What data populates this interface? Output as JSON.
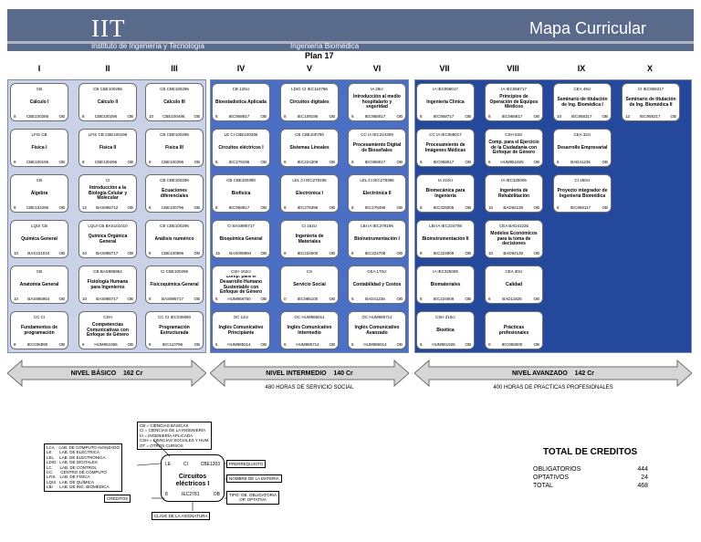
{
  "header": {
    "logo": "IIT",
    "institute": "Instituto de Ingeniería y Tecnología",
    "program": "Ingeniería Biomédica",
    "title": "Mapa Curricular",
    "plan": "Plan 17"
  },
  "semesters": [
    "I",
    "II",
    "III",
    "IV",
    "V",
    "VI",
    "VII",
    "VIII",
    "IX",
    "X"
  ],
  "columns": [
    [
      {
        "top": "CB",
        "name": "Cálculo I",
        "bl": "8",
        "bm": "CBE100286",
        "br": "OB"
      },
      {
        "top": "LFIS  CB",
        "name": "Física I",
        "bl": "8",
        "bm": "CBE100196",
        "br": "OB"
      },
      {
        "top": "CB",
        "name": "Álgebra",
        "bl": "8",
        "bm": "CBE102296",
        "br": "OB"
      },
      {
        "top": "LQUI  CB",
        "name": "Química General",
        "bl": "10",
        "bm": "BAS101010",
        "br": "OB"
      },
      {
        "top": "CB",
        "name": "Anatomía General",
        "bl": "10",
        "bm": "BAS985954",
        "br": "OB"
      },
      {
        "top": "CC  CI",
        "name": "Fundamentos de programación",
        "bl": "8",
        "bm": "IEC036890",
        "br": "OB"
      }
    ],
    [
      {
        "top": "CB  CBE100286",
        "name": "Cálculo II",
        "bl": "8",
        "bm": "CBE100296",
        "br": "OB"
      },
      {
        "top": "LFIS  CB  CBE100196",
        "name": "Física II",
        "bl": "8",
        "bm": "CBE100296",
        "br": "OB"
      },
      {
        "top": "CI",
        "name": "Introducción a la Biología Celular y Molecular",
        "bl": "12",
        "bm": "BAS985712",
        "br": "OB"
      },
      {
        "top": "LQUI  CB  BAS101010",
        "name": "Química Orgánica General",
        "bl": "10",
        "bm": "BAS985717",
        "br": "OB"
      },
      {
        "top": "CB  BAS985954",
        "name": "Fisiología Humana para Ingenieros",
        "bl": "10",
        "bm": "BAS985717",
        "br": "OB"
      },
      {
        "top": "CSH",
        "name": "Competencias Comunicativas con Enfoque de Género",
        "bl": "6",
        "bm": "HUM951056",
        "br": "OB"
      }
    ],
    [
      {
        "top": "CB  CBE100296",
        "name": "Cálculo III",
        "bl": "10",
        "bm": "CBE100496",
        "br": "OB"
      },
      {
        "top": "CB  CBE100296",
        "name": "Física III",
        "bl": "8",
        "bm": "CBE100396",
        "br": "OB"
      },
      {
        "top": "CB  CBE100296",
        "name": "Ecuaciones diferenciales",
        "bl": "8",
        "bm": "CBE100796",
        "br": "OB"
      },
      {
        "top": "CB  CBE100296",
        "name": "Análisis numérico",
        "bl": "8",
        "bm": "CBE100896",
        "br": "OB"
      },
      {
        "top": "CI  CBE100296",
        "name": "Fisicoquímica General",
        "bl": "8",
        "bm": "BAS985717",
        "br": "OB"
      },
      {
        "top": "CC  CI  IEC036890",
        "name": "Programación Estructurada",
        "bl": "8",
        "bm": "IEC110796",
        "br": "OB"
      }
    ],
    [
      {
        "top": "CB  120cr",
        "name": "Bioestadística Aplicada",
        "bl": "8",
        "bm": "IEC958817",
        "br": "OB"
      },
      {
        "top": "LE  CI  CBE100396",
        "name": "Circuitos eléctricos I",
        "bl": "8",
        "bm": "IEC278196",
        "br": "OB"
      },
      {
        "top": "CB  CBE100390",
        "name": "Biofísica",
        "bl": "8",
        "bm": "IEC958817",
        "br": "OB"
      },
      {
        "top": "CI  BAS985717",
        "name": "Bioquímica General",
        "bl": "15",
        "bm": "BAS008894",
        "br": "OB"
      },
      {
        "top": "CSH  162cr",
        "name": "Comp. para el Desarrollo Humano Sustentable con Enfoque de Género",
        "bl": "6",
        "bm": "HUM958750",
        "br": "OB"
      },
      {
        "top": "OC  14cr",
        "name": "Inglés Comunicativo Principiante",
        "bl": "6",
        "bm": "HUM985014",
        "br": "OB"
      }
    ],
    [
      {
        "top": "LDIG  CI  IEC110796",
        "name": "Circuitos digitales",
        "bl": "8",
        "bm": "IEC109196",
        "br": "OB"
      },
      {
        "top": "CB  CBE100790",
        "name": "Sistemas Lineales",
        "bl": "8",
        "bm": "IEC224309",
        "br": "OB"
      },
      {
        "top": "LEL  CI  IEC278196",
        "name": "Electrónica I",
        "bl": "8",
        "bm": "IEC278396",
        "br": "OB"
      },
      {
        "top": "CI  162cr",
        "name": "Ingeniería de Materiales",
        "bl": "8",
        "bm": "IEC224500",
        "br": "OB"
      },
      {
        "top": "CS",
        "name": "Servicio Social",
        "bl": "0",
        "bm": "IEC985100",
        "br": "OB"
      },
      {
        "top": "OC  HUM985014",
        "name": "Inglés Comunicativo Intermedio",
        "bl": "6",
        "bm": "HUM985714",
        "br": "OB"
      }
    ],
    [
      {
        "top": "IA  28cr",
        "name": "Introducción al medio hospitalario y seguridad",
        "bl": "6",
        "bm": "IEC958017",
        "br": "OB"
      },
      {
        "top": "CC  IA  IEC224309",
        "name": "Procesamiento Digital de Bioseñales",
        "bl": "8",
        "bm": "IEC958017",
        "br": "OB"
      },
      {
        "top": "LEL  CI  IEC278396",
        "name": "Electrónica II",
        "bl": "8",
        "bm": "IEC278496",
        "br": "OB"
      },
      {
        "top": "LBI  IA  IEC278196",
        "name": "Bioinstrumentación I",
        "bl": "8",
        "bm": "IEC224708",
        "br": "OB"
      },
      {
        "top": "CEA  170cr",
        "name": "Contabilidad y Costos",
        "bl": "6",
        "bm": "BAD41236",
        "br": "OB"
      },
      {
        "top": "OC  HUM985714",
        "name": "Inglés Comunicativo Avanzado",
        "bl": "6",
        "bm": "HUM985014",
        "br": "OB"
      }
    ],
    [
      {
        "top": "IA  IEC958017",
        "name": "Ingeniería Clínica",
        "bl": "8",
        "bm": "IEC958717",
        "br": "OB"
      },
      {
        "top": "CC  IA  IEC958017",
        "name": "Procesamiento de Imágenes Médicas",
        "bl": "8",
        "bm": "IEC958017",
        "br": "OB"
      },
      {
        "top": "IA  210cr",
        "name": "Biomecánica para Ingeniería",
        "bl": "8",
        "bm": "IEC325005",
        "br": "OB"
      },
      {
        "top": "LBI  IA  IEC224708",
        "name": "Bioinstrumentación II",
        "bl": "8",
        "bm": "IEC224809",
        "br": "OB"
      },
      {
        "top": "IA  IEC325008",
        "name": "Biomateriales",
        "bl": "8",
        "bm": "IEC224609",
        "br": "OB"
      },
      {
        "top": "CSH  210cr",
        "name": "Bioética",
        "bl": "6",
        "bm": "HUM951925",
        "br": "OB"
      }
    ],
    [
      {
        "top": "IA  IEC958717",
        "name": "Principios de Operación de Equipos Médicos",
        "bl": "8",
        "bm": "IEC958817",
        "br": "OB"
      },
      {
        "top": "CSH  53cr",
        "name": "Comp. para el Ejercicio de la Ciudadanía con Enfoque de Género",
        "bl": "6",
        "bm": "HUM951925",
        "br": "OB"
      },
      {
        "top": "IA  IEC325005",
        "name": "Ingeniería de Rehabilitación",
        "bl": "10",
        "bm": "BAD92130",
        "br": "OB"
      },
      {
        "top": "CEA  BAD41236",
        "name": "Modelos Económicos para la toma de decisiones",
        "bl": "10",
        "bm": "BAD92130",
        "br": "OB"
      },
      {
        "top": "CEA  30cr",
        "name": "Calidad",
        "bl": "6",
        "bm": "BAD11825",
        "br": "OB"
      },
      {
        "top": "",
        "name": "Prácticas profesionales",
        "bl": "0",
        "bm": "IEC958000",
        "br": "OB"
      }
    ],
    [
      {
        "top": "CEA  49cr",
        "name": "Seminario de titulación de Ing. Biomédica I",
        "bl": "10",
        "bm": "IEC958317",
        "br": "OB"
      },
      {
        "top": "CEA  32cr",
        "name": "Desarrollo Empresarial",
        "bl": "6",
        "bm": "BAD41236",
        "br": "OB"
      },
      {
        "top": "CI  250cr",
        "name": "Proyecto integrador de Ingeniería Biomédica",
        "bl": "8",
        "bm": "IEC958117",
        "br": "OB"
      }
    ],
    [
      {
        "top": "CI  IEC958317",
        "name": "Seminario de titulación de Ing. Biomédica II",
        "bl": "12",
        "bm": "IEC958217",
        "br": "OB"
      }
    ]
  ],
  "levels": [
    {
      "name": "NIVEL BÁSICO",
      "credits": "162 Cr",
      "note": ""
    },
    {
      "name": "NIVEL INTERMEDIO",
      "credits": "140 Cr",
      "note": "480 HORAS DE SERVICIO SOCIAL"
    },
    {
      "name": "NIVEL AVANZADO",
      "credits": "142 Cr",
      "note": "400 HORAS DE PRACTICAS PROFESIONALES"
    }
  ],
  "legend": {
    "areas": "CB = CIENCIAS BÁSICAS\nCI = CIENCIAS DE LA INGENIERÍA\nIA = INGENIERÍA APLICADA\nCSH = CIENCIAS SOCIALES Y HUM.\nOT = OTROS CURSOS",
    "labs": "LCA    LAB. DE CÓMPUTO AVANZADO\nLE       LAB. DE ELÉCTRICA\nLEL     LAB. DE ELECTRÓNICA\nLDIG   LAB. DE DIGITALES\nLC       LAB. DE CONTROL\nCC       CENTRO DE CÓMPUTO\nLFIS    LAB. DE FÍSICA\nLQUI   LAB. DE QUÍMICA\nLBI      LAB. DE ING. BIOMÉDICA",
    "sample_top_l": "LE",
    "sample_top_m": "CI",
    "sample_top_r": "CBE1203",
    "sample_name": "Circuitos eléctricos I",
    "sample_bot_l": "8",
    "sample_bot_m": "IEC2781",
    "sample_bot_r": "OB",
    "prereq": "PRERREQUISITO",
    "subject_name": "NOMBRE DE LA MATERIA",
    "subject_type": "TIPO: OB. OBLIGATORIA\n         OP. OPTATIVA",
    "credits": "CRÉDITOS",
    "key": "CLAVE DE LA ASIGNATURA"
  },
  "totals": {
    "title": "TOTAL DE CREDITOS",
    "rows": [
      {
        "label": "OBLIGATORIOS",
        "value": "444"
      },
      {
        "label": "OPTATIVOS",
        "value": "24"
      },
      {
        "label": "TOTAL",
        "value": "468"
      }
    ]
  },
  "colors": {
    "header": "#5a6a8a",
    "basic": "#c9d2e6",
    "intermediate": "#4b6fc4",
    "advanced": "#24489c",
    "arrow": "#d6d6d6"
  }
}
